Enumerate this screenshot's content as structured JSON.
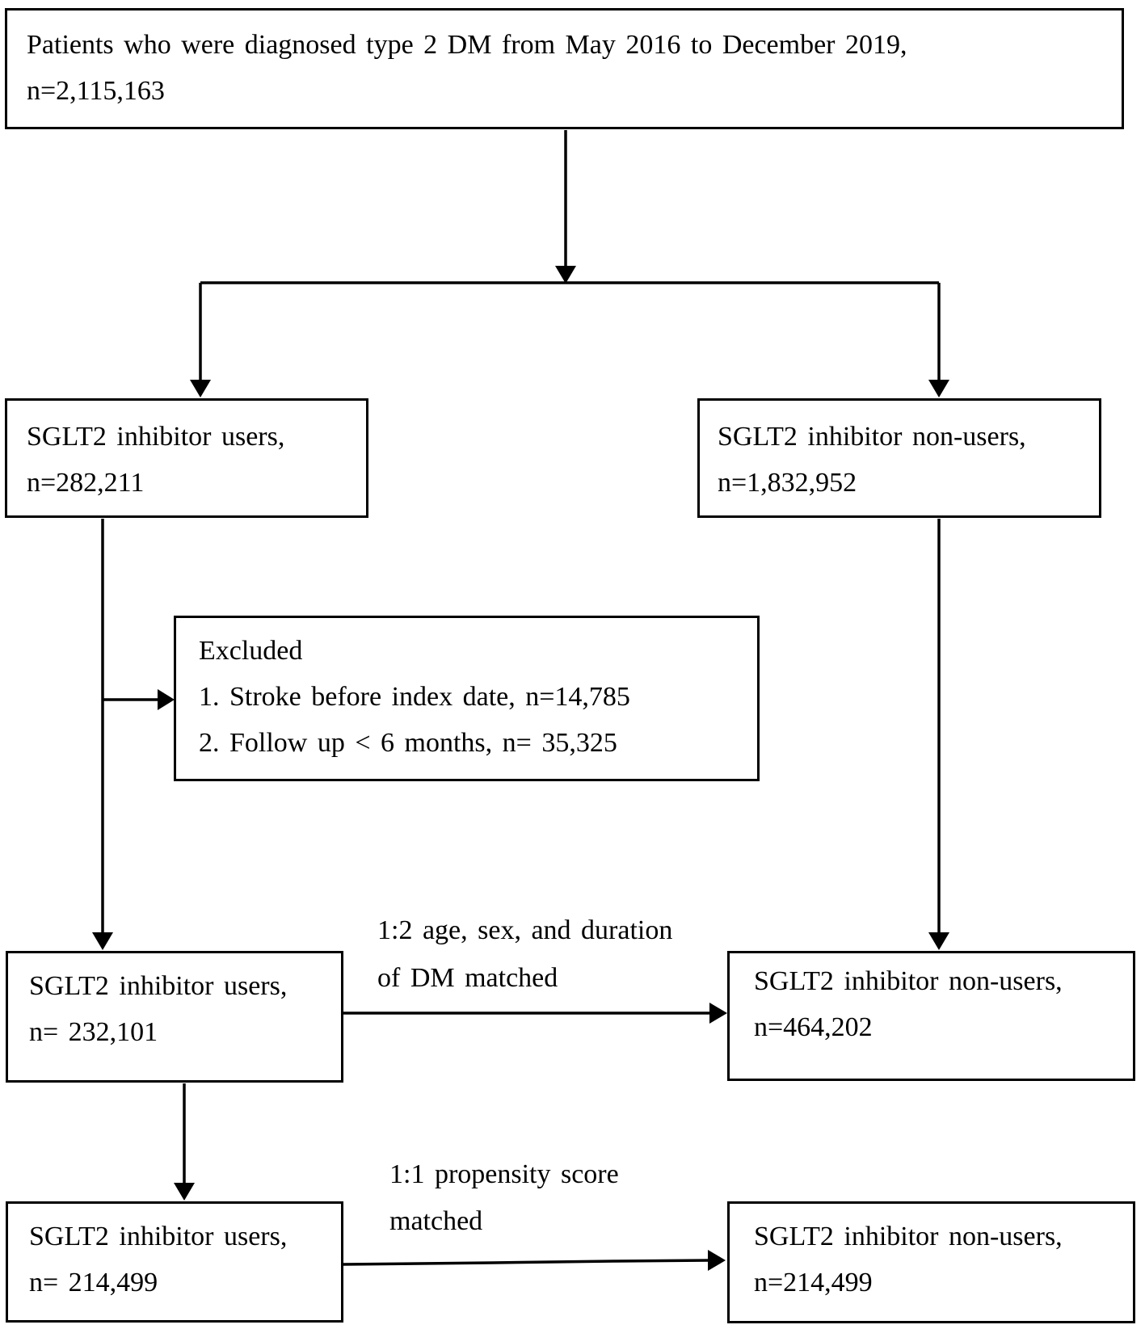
{
  "page": {
    "background": "#ffffff",
    "line_color": "#000000",
    "text_color": "#000000"
  },
  "flowchart": {
    "top_box": {
      "line1": "Patients who were diagnosed type 2 DM from May 2016 to December 2019,",
      "line2": "n=2,115,163"
    },
    "users_initial_box": {
      "line1": "SGLT2 inhibitor users,",
      "line2": "n=282,211"
    },
    "nonusers_initial_box": {
      "line1": "SGLT2 inhibitor non-users,",
      "line2": "n=1,832,952"
    },
    "excluded_box": {
      "title": "Excluded",
      "item1": "1. Stroke before index date, n=14,785",
      "item2": "2. Follow up < 6 months, n= 35,325"
    },
    "matched_1_2_label": {
      "line1": "1:2 age, sex, and duration",
      "line2": "of DM matched"
    },
    "users_matched_1_2_box": {
      "line1": "SGLT2 inhibitor users,",
      "line2": "n= 232,101"
    },
    "nonusers_matched_1_2_box": {
      "line1": "SGLT2 inhibitor non-users,",
      "line2": "n=464,202"
    },
    "matched_1_1_label": {
      "line1": "1:1 propensity score",
      "line2": "matched"
    },
    "users_matched_1_1_box": {
      "line1": "SGLT2 inhibitor users,",
      "line2": "n= 214,499"
    },
    "nonusers_matched_1_1_box": {
      "line1": "SGLT2 inhibitor non-users,",
      "line2": "n=214,499"
    }
  }
}
